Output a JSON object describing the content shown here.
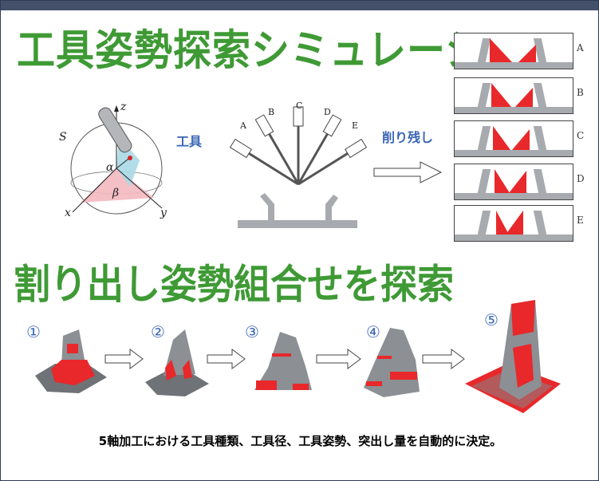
{
  "title1": "工具姿勢探索シミュレーション",
  "title2": "割り出し姿勢組合せを探索",
  "tool_label": "工具",
  "uncut_label": "削り残し",
  "caption": "5軸加工における工具種類、工具径、工具姿勢、突出し量を自動的に決定。",
  "sphere": {
    "S": "S",
    "z": "z",
    "x": "x",
    "y": "y",
    "alpha": "α",
    "beta": "β"
  },
  "fan_labels": [
    "A",
    "B",
    "C",
    "D",
    "E"
  ],
  "stage_labels": [
    "A",
    "B",
    "C",
    "D",
    "E"
  ],
  "steps": [
    "①",
    "②",
    "③",
    "④",
    "⑤"
  ],
  "colors": {
    "title_green": "#3f9a35",
    "label_blue": "#3a66b5",
    "uncut_red": "#e8282a",
    "part_gray": "#8c8f94"
  }
}
